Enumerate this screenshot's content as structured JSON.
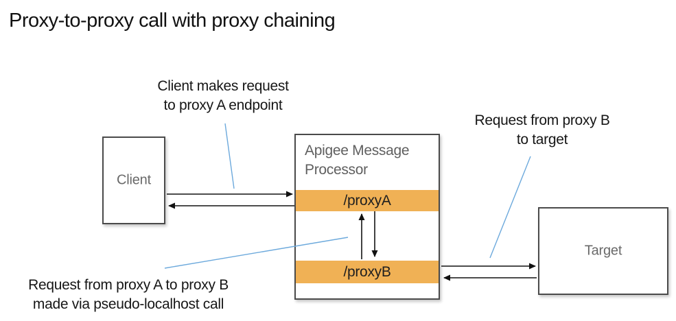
{
  "title": "Proxy-to-proxy call with proxy chaining",
  "annotations": {
    "client_request": {
      "line1": "Client makes request",
      "line2": "to proxy A endpoint"
    },
    "target_request": {
      "line1": "Request from proxy B",
      "line2": "to target"
    },
    "chain_request": {
      "line1": "Request from proxy A to proxy B",
      "line2": "made via pseudo-localhost call"
    }
  },
  "nodes": {
    "client": {
      "label": "Client"
    },
    "message_processor": {
      "title": "Apigee Message Processor",
      "proxies": [
        {
          "label": "/proxyA"
        },
        {
          "label": "/proxyB"
        }
      ]
    },
    "target": {
      "label": "Target"
    }
  },
  "colors": {
    "proxy_bar_orange": "#F0B155",
    "leader_line_blue": "#6CA9DC",
    "box_border_gray": "#4A4A4A",
    "label_gray": "#696969",
    "arrow_black": "#111111",
    "background": "#FFFFFF"
  }
}
